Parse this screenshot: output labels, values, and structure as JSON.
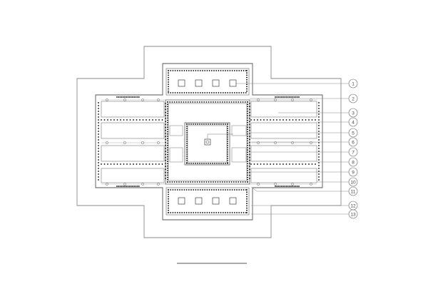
{
  "drawing": {
    "callouts": [
      {
        "label": "1"
      },
      {
        "label": "2"
      },
      {
        "label": "3"
      },
      {
        "label": "4"
      },
      {
        "label": "5"
      },
      {
        "label": "6"
      },
      {
        "label": "7"
      },
      {
        "label": "8"
      },
      {
        "label": "9"
      },
      {
        "label": "10"
      },
      {
        "label": "11"
      },
      {
        "label": "12"
      },
      {
        "label": "13"
      }
    ],
    "colors": {
      "background": "#ffffff",
      "line": "#8a8a8a",
      "line_dark": "#555555",
      "light_dot": "#000000"
    }
  }
}
